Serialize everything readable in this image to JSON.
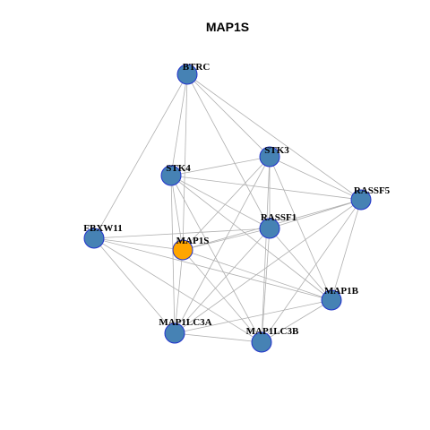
{
  "title": "MAP1S",
  "colors": {
    "node_default": "#4682b4",
    "node_highlight": "#ffa500",
    "node_border": "#2233cc",
    "edge": "#b0b0b0"
  },
  "nodes": [
    {
      "id": "BTRC",
      "label": "BTRC"
    },
    {
      "id": "STK3",
      "label": "STK3"
    },
    {
      "id": "STK4",
      "label": "STK4"
    },
    {
      "id": "RASSF5",
      "label": "RASSF5"
    },
    {
      "id": "RASSF1",
      "label": "RASSF1"
    },
    {
      "id": "FBXW11",
      "label": "FBXW11"
    },
    {
      "id": "MAP1S",
      "label": "MAP1S",
      "highlight": true
    },
    {
      "id": "MAP1B",
      "label": "MAP1B"
    },
    {
      "id": "MAP1LC3A",
      "label": "MAP1LC3A"
    },
    {
      "id": "MAP1LC3B",
      "label": "MAP1LC3B"
    }
  ],
  "edges": [
    [
      "BTRC",
      "STK3"
    ],
    [
      "BTRC",
      "STK4"
    ],
    [
      "BTRC",
      "RASSF5"
    ],
    [
      "BTRC",
      "RASSF1"
    ],
    [
      "BTRC",
      "FBXW11"
    ],
    [
      "BTRC",
      "MAP1S"
    ],
    [
      "STK3",
      "STK4"
    ],
    [
      "STK3",
      "RASSF5"
    ],
    [
      "STK3",
      "RASSF1"
    ],
    [
      "STK3",
      "MAP1S"
    ],
    [
      "STK3",
      "MAP1B"
    ],
    [
      "STK3",
      "MAP1LC3A"
    ],
    [
      "STK3",
      "MAP1LC3B"
    ],
    [
      "STK4",
      "RASSF5"
    ],
    [
      "STK4",
      "RASSF1"
    ],
    [
      "STK4",
      "MAP1S"
    ],
    [
      "STK4",
      "MAP1B"
    ],
    [
      "STK4",
      "MAP1LC3A"
    ],
    [
      "STK4",
      "MAP1LC3B"
    ],
    [
      "RASSF5",
      "RASSF1"
    ],
    [
      "RASSF5",
      "MAP1S"
    ],
    [
      "RASSF5",
      "MAP1B"
    ],
    [
      "RASSF5",
      "MAP1LC3A"
    ],
    [
      "RASSF5",
      "MAP1LC3B"
    ],
    [
      "RASSF1",
      "FBXW11"
    ],
    [
      "RASSF1",
      "MAP1S"
    ],
    [
      "RASSF1",
      "MAP1B"
    ],
    [
      "RASSF1",
      "MAP1LC3A"
    ],
    [
      "RASSF1",
      "MAP1LC3B"
    ],
    [
      "FBXW11",
      "MAP1S"
    ],
    [
      "FBXW11",
      "MAP1B"
    ],
    [
      "FBXW11",
      "MAP1LC3A"
    ],
    [
      "FBXW11",
      "MAP1LC3B"
    ],
    [
      "MAP1S",
      "MAP1B"
    ],
    [
      "MAP1S",
      "MAP1LC3A"
    ],
    [
      "MAP1S",
      "MAP1LC3B"
    ],
    [
      "MAP1B",
      "MAP1LC3A"
    ],
    [
      "MAP1B",
      "MAP1LC3B"
    ],
    [
      "MAP1LC3A",
      "MAP1LC3B"
    ]
  ]
}
